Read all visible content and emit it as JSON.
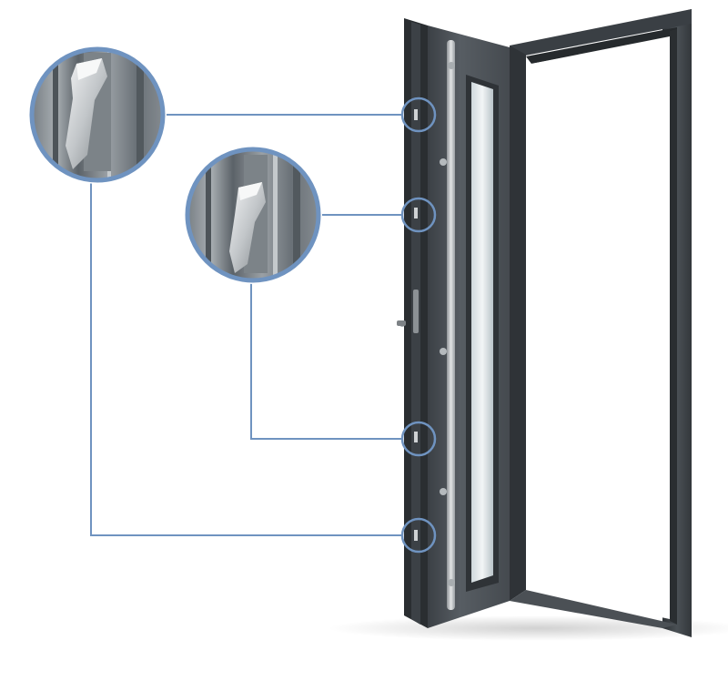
{
  "illustration": {
    "subject": "open-door-with-multipoint-lock",
    "colors": {
      "background": "#ffffff",
      "frame": "#3d4247",
      "frame_dark": "#2b2f33",
      "frame_light": "#5a6066",
      "panel": "#50565c",
      "glass": "#e9eef0",
      "handle": "#c9ccce",
      "callout": "#6f93c0",
      "zoom_bg": "#8b9196"
    },
    "callout_count": 4,
    "zoom_views": 2
  }
}
